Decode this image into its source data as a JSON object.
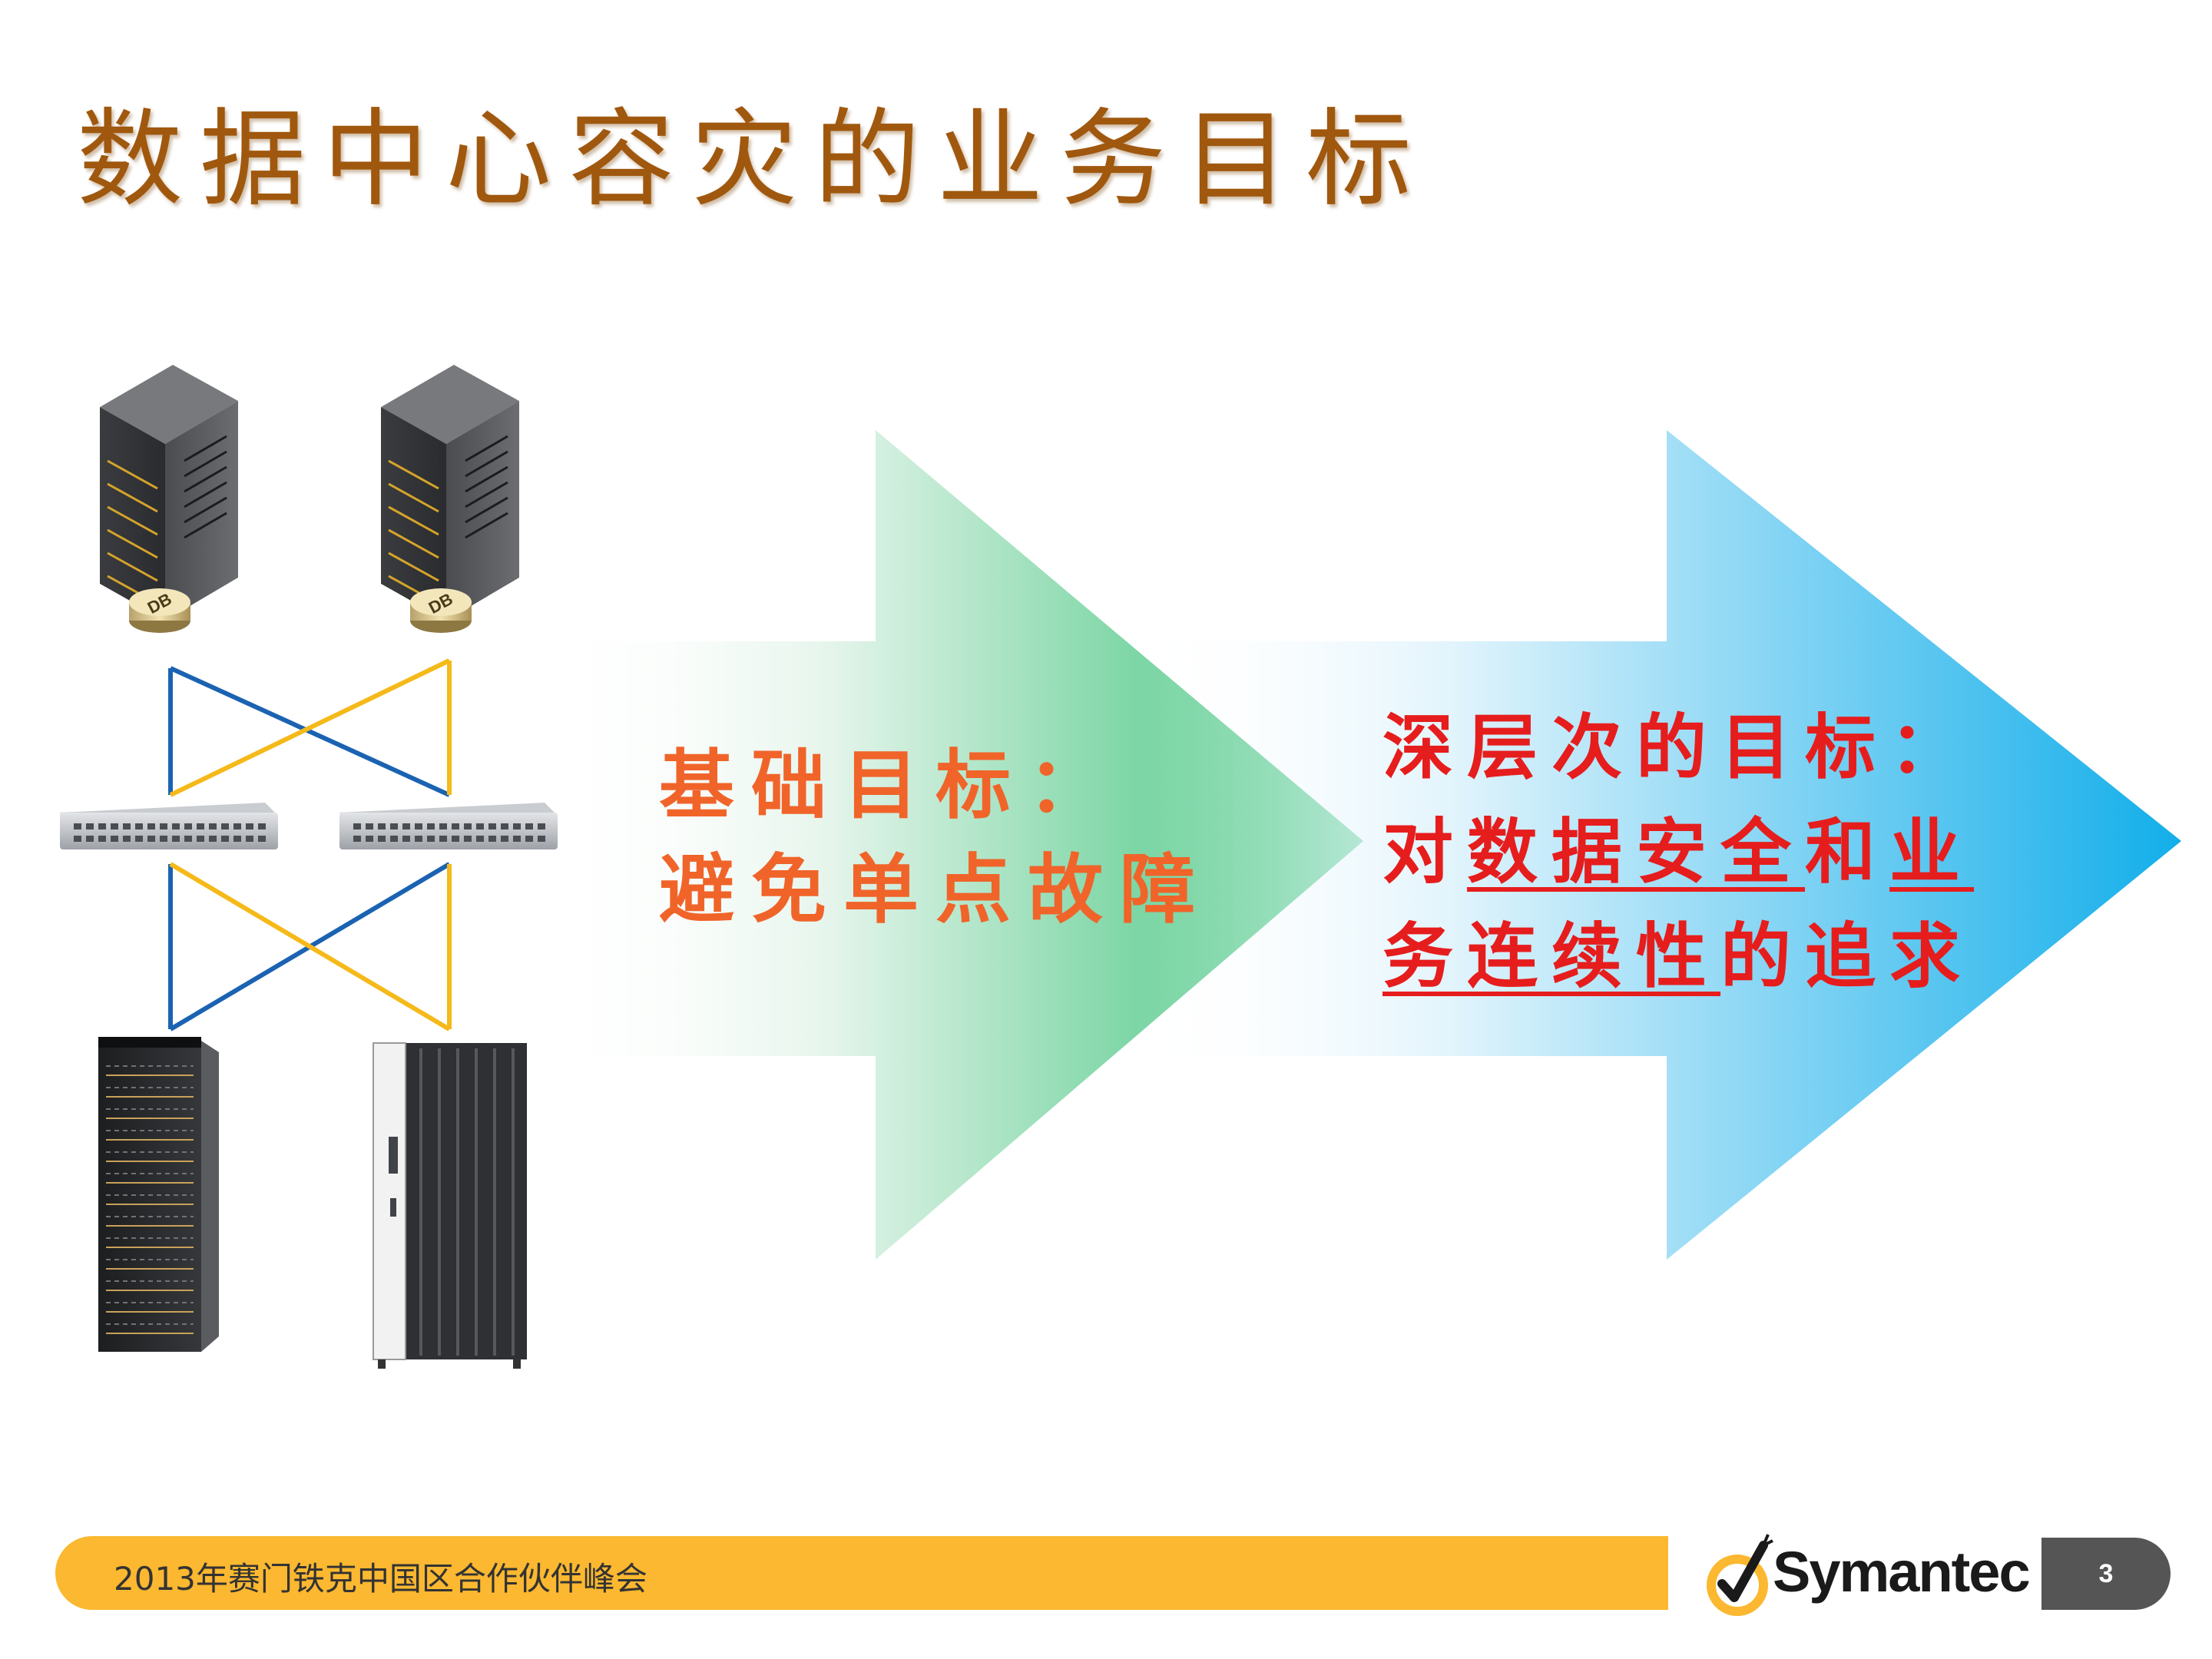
{
  "slide": {
    "title": "数据中心容灾的业务目标"
  },
  "diagram": {
    "db_badge_label": "DB",
    "basic_goal": {
      "line1": "基础目标：",
      "line2": "避免单点故障"
    },
    "deep_goal": {
      "line1": "深层次的目标：",
      "line2_a": "对",
      "line2_b": "数据安全",
      "line2_c": "和",
      "line2_d": "业",
      "line3_a": "务连续性",
      "line3_b": "的追求"
    },
    "colors": {
      "title": "#a0580e",
      "basic_goal": "#f0642a",
      "deep_goal": "#e61d1d",
      "link_blue": "#1b63b2",
      "link_yellow": "#f5b91a",
      "arrow_green": "#2fbf71",
      "arrow_blue": "#12aeea"
    }
  },
  "footer": {
    "event": "2013年赛门铁克中国区合作伙伴峰会",
    "brand": "Symantec",
    "page_number": "3",
    "bar_color": "#fbb830"
  }
}
